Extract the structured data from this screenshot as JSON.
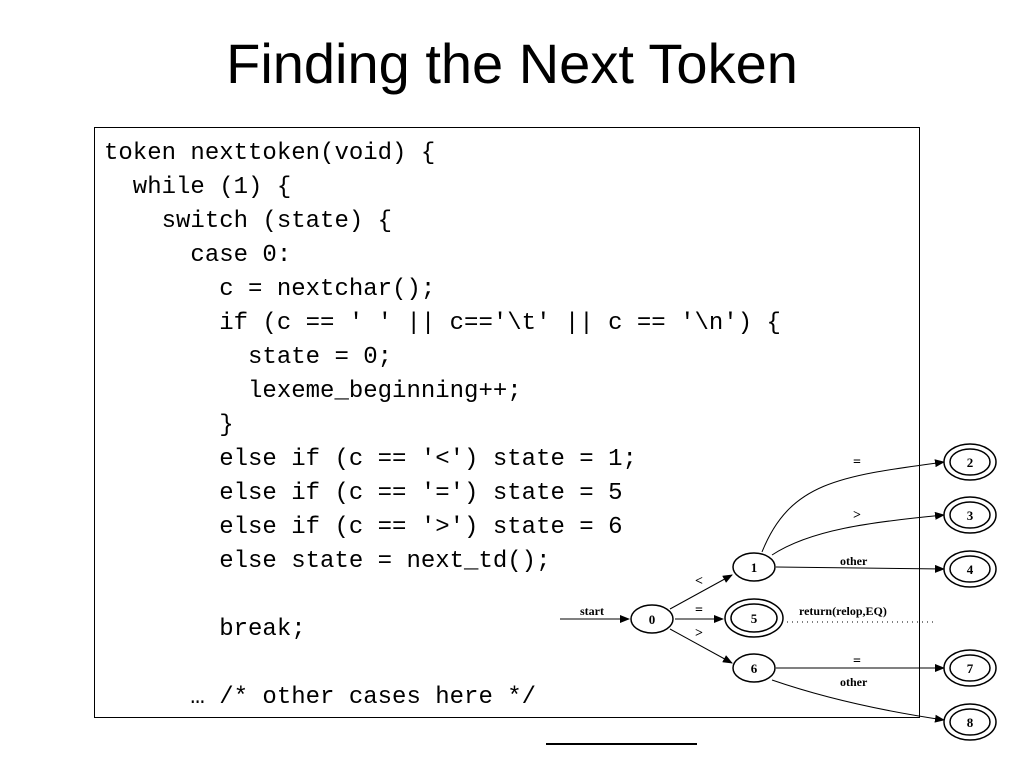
{
  "slide": {
    "title": "Finding the Next Token"
  },
  "code": {
    "lines": [
      "token nexttoken(void) {",
      "  while (1) {",
      "    switch (state) {",
      "      case 0:",
      "        c = nextchar();",
      "        if (c == ' ' || c=='\\t' || c == '\\n') {",
      "          state = 0;",
      "          lexeme_beginning++;",
      "        }",
      "        else if (c == '<') state = 1;",
      "        else if (c == '=') state = 5",
      "        else if (c == '>') state = 6",
      "        else state = next_td();",
      "",
      "        break;",
      "",
      "      … /* other cases here */"
    ]
  },
  "diagram": {
    "states": [
      "0",
      "1",
      "2",
      "3",
      "4",
      "5",
      "6",
      "7",
      "8"
    ],
    "start_label": "start",
    "edge_labels": {
      "lt": "<",
      "eq_0_5": "=",
      "gt": ">",
      "eq_1_2": "=",
      "gt_1_3": ">",
      "other_1_4": "other",
      "eq_6_7": "=",
      "other_6_8": "other"
    },
    "action_label": "return(relop,EQ)"
  }
}
